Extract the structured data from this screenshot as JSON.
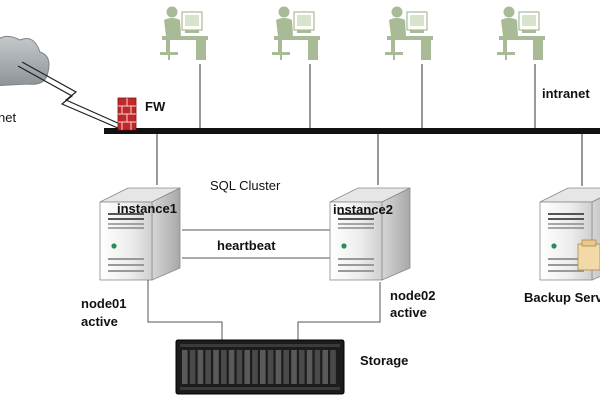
{
  "labels": {
    "internet": "Internet",
    "firewall": "FW",
    "intranet": "intranet",
    "cluster_title": "SQL Cluster",
    "instance1": "instance1",
    "instance2": "instance2",
    "heartbeat": "heartbeat",
    "node01_name": "node01",
    "node01_state": "active",
    "node02_name": "node02",
    "node02_state": "active",
    "storage": "Storage",
    "backup_server": "Backup Server"
  },
  "icons": {
    "cloud": "cloud-icon",
    "lightning": "lightning-link-icon",
    "firewall": "brick-firewall-icon",
    "workstation": "user-workstation-icon",
    "server": "tower-server-icon",
    "storage": "disk-array-icon"
  },
  "colors": {
    "backbone": "#111111",
    "workstation_green": "#a9bb96",
    "brick_red": "#c0282a",
    "cloud_gray": "#9aa0a4",
    "server_body": "#f2f2f2"
  }
}
